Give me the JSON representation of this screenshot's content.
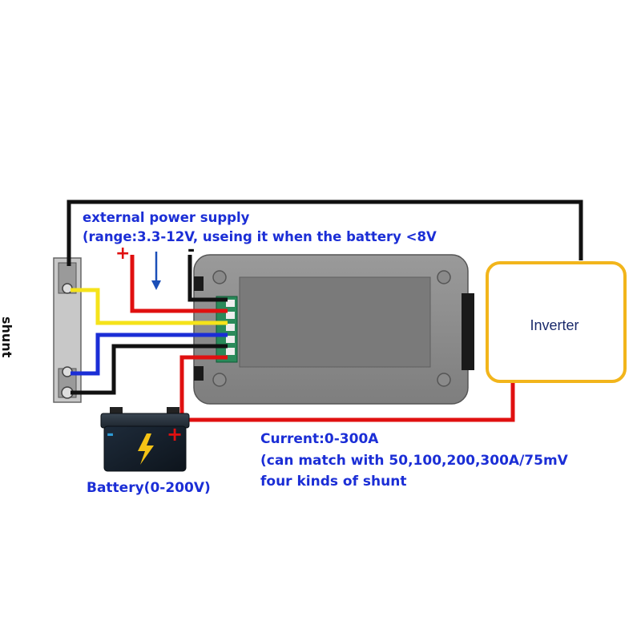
{
  "labels": {
    "external_supply_title": "external power supply",
    "external_supply_range": "(range:3.3-12V, useing it when the battery <8V",
    "plus_sign": "+",
    "minus_sign": "-",
    "shunt": "shunt",
    "inverter": "Inverter",
    "current_line1": "Current:0-300A",
    "current_line2": "(can match with 50,100,200,300A/75mV",
    "current_line3": "four kinds of shunt",
    "battery": "Battery(0-200V)",
    "battery_minus": "-",
    "battery_plus": "+"
  },
  "colors": {
    "label_text": "#1b2ed6",
    "wire_red": "#e01010",
    "wire_yellow": "#f5e31a",
    "wire_blue": "#1b2ed6",
    "wire_black": "#111111",
    "inverter_border": "#f2b51b",
    "meter_body": "#8b8b8b"
  },
  "icons": {
    "arrow": "down-arrow-icon",
    "battery": "battery-icon",
    "lightning": "lightning-bolt-icon"
  }
}
